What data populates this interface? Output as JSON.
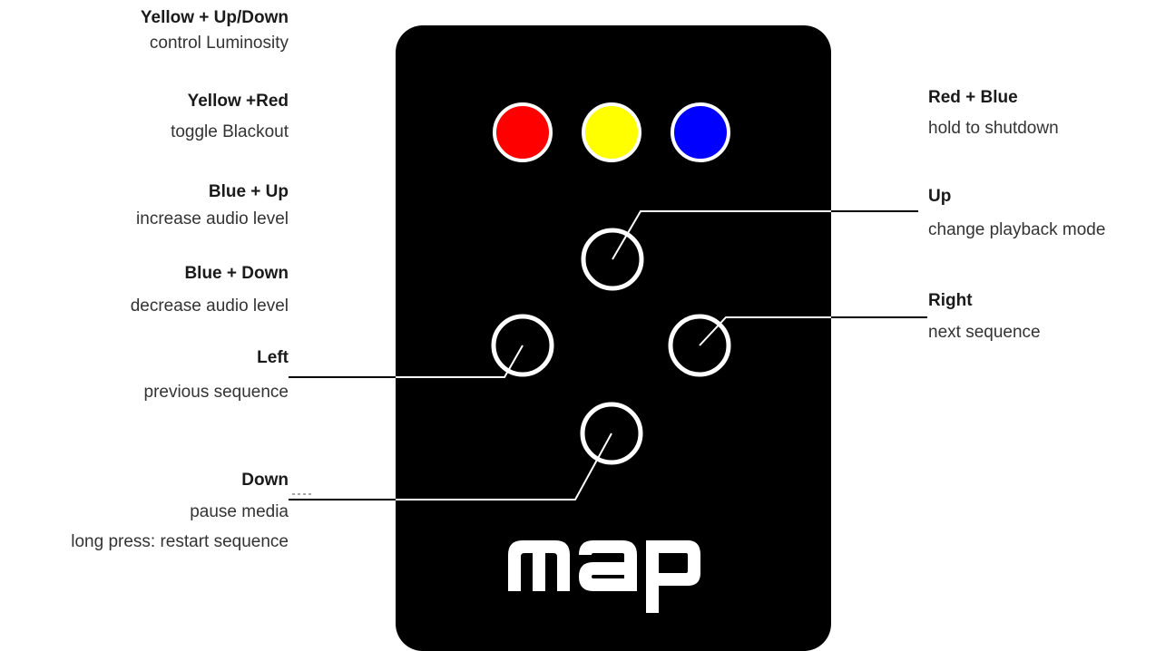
{
  "colors": {
    "body": "#000000",
    "button_ring": "#ffffff",
    "red": "#ff0000",
    "yellow": "#ffff00",
    "blue": "#0000ff",
    "leader": "#ffffff"
  },
  "logo": {
    "text": "map"
  },
  "labels": {
    "luminosity": {
      "title": "Yellow + Up/Down",
      "desc": "control Luminosity"
    },
    "blackout": {
      "title": "Yellow +Red",
      "desc": "toggle Blackout"
    },
    "audio_up": {
      "title": "Blue + Up",
      "desc": "increase audio level"
    },
    "audio_down": {
      "title": "Blue + Down",
      "desc": "decrease audio level"
    },
    "left": {
      "title": "Left",
      "desc": "previous  sequence"
    },
    "down": {
      "title": "Down",
      "desc": "pause media",
      "desc2": "long press: restart sequence"
    },
    "shutdown": {
      "title": "Red + Blue",
      "desc": "hold to shutdown"
    },
    "up": {
      "title": "Up",
      "desc": "change playback mode"
    },
    "right": {
      "title": "Right",
      "desc": "next sequence"
    }
  }
}
